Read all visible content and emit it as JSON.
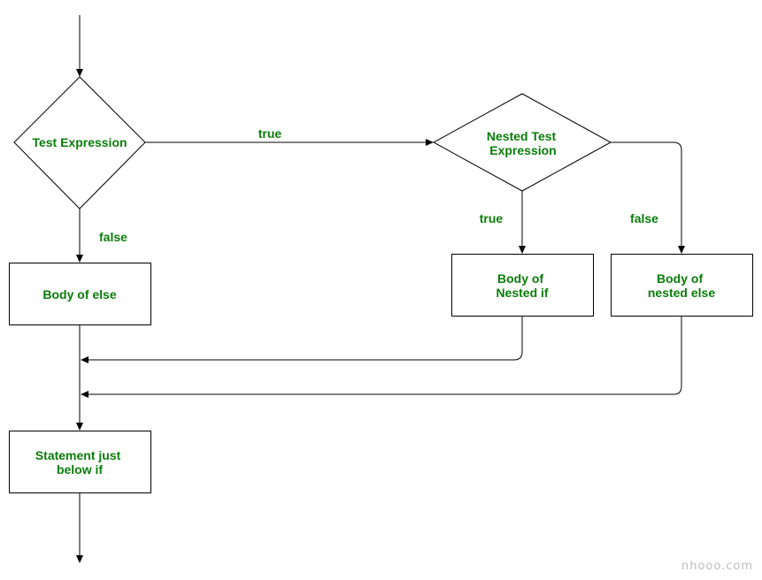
{
  "nodes": {
    "test_expression": {
      "lines": [
        "Test Expression"
      ]
    },
    "nested_test_expression": {
      "lines": [
        "Nested Test",
        "Expression"
      ]
    },
    "body_of_else": {
      "lines": [
        "Body of else"
      ]
    },
    "body_of_nested_if": {
      "lines": [
        "Body of",
        "Nested if"
      ]
    },
    "body_of_nested_else": {
      "lines": [
        "Body of",
        "nested else"
      ]
    },
    "statement_below_if": {
      "lines": [
        "Statement just",
        "below if"
      ]
    }
  },
  "edges": {
    "test_true": "true",
    "test_false": "false",
    "nested_true": "true",
    "nested_false": "false"
  },
  "watermark": "nhooo.com",
  "colors": {
    "label": "#0a7d0a",
    "stroke": "#000000",
    "watermark": "#bdbdbd"
  }
}
